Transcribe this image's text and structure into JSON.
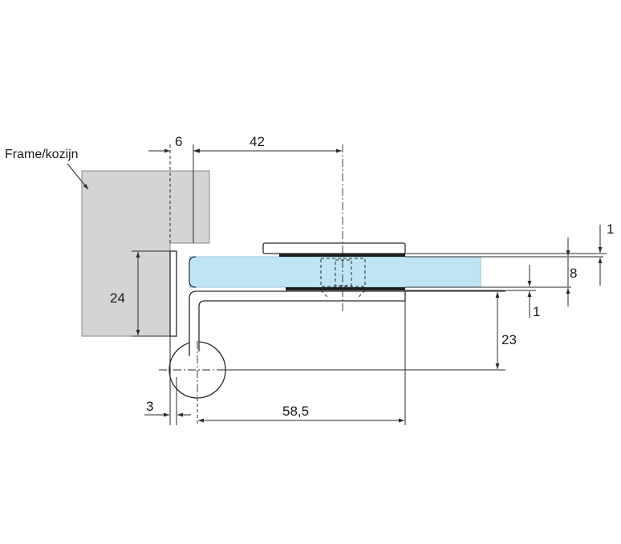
{
  "labels": {
    "frame": "Frame/kozijn"
  },
  "dimensions": {
    "d6": "6",
    "d42": "42",
    "d24": "24",
    "d3": "3",
    "d58_5": "58,5",
    "d1_top": "1",
    "d8": "8",
    "d1_bottom": "1",
    "d23": "23"
  },
  "colors": {
    "frame_fill": "#d4d4d4",
    "glass_fill": "#bfe4f4",
    "line": "#2a2a2a",
    "background": "#ffffff"
  }
}
